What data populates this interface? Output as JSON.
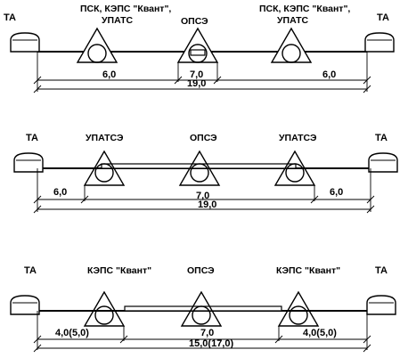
{
  "diagrams": [
    {
      "left_terminal": "ТА",
      "right_terminal": "ТА",
      "left_node_label": [
        "ПСК, КЭПС \"Квант\",",
        "УПАТС"
      ],
      "center_node_label": "ОПСЭ",
      "right_node_label": [
        "ПСК, КЭПС \"Квант\",",
        "УПАТС"
      ],
      "dim_left": "6,0",
      "dim_center": "7,0",
      "dim_right": "6,0",
      "dim_total": "19,0"
    },
    {
      "left_terminal": "ТА",
      "right_terminal": "ТА",
      "left_node_label": "УПАТСЭ",
      "center_node_label": "ОПСЭ",
      "right_node_label": "УПАТСЭ",
      "dim_left": "6,0",
      "dim_center": "7,0",
      "dim_right": "6,0",
      "dim_total": "19,0"
    },
    {
      "left_terminal": "ТА",
      "right_terminal": "ТА",
      "left_node_label": "КЭПС \"Квант\"",
      "center_node_label": "ОПСЭ",
      "right_node_label": "КЭПС \"Квант\"",
      "dim_left": "4,0(5,0)",
      "dim_center": "7,0",
      "dim_right": "4,0(5,0)",
      "dim_total": "15,0(17,0)"
    }
  ]
}
